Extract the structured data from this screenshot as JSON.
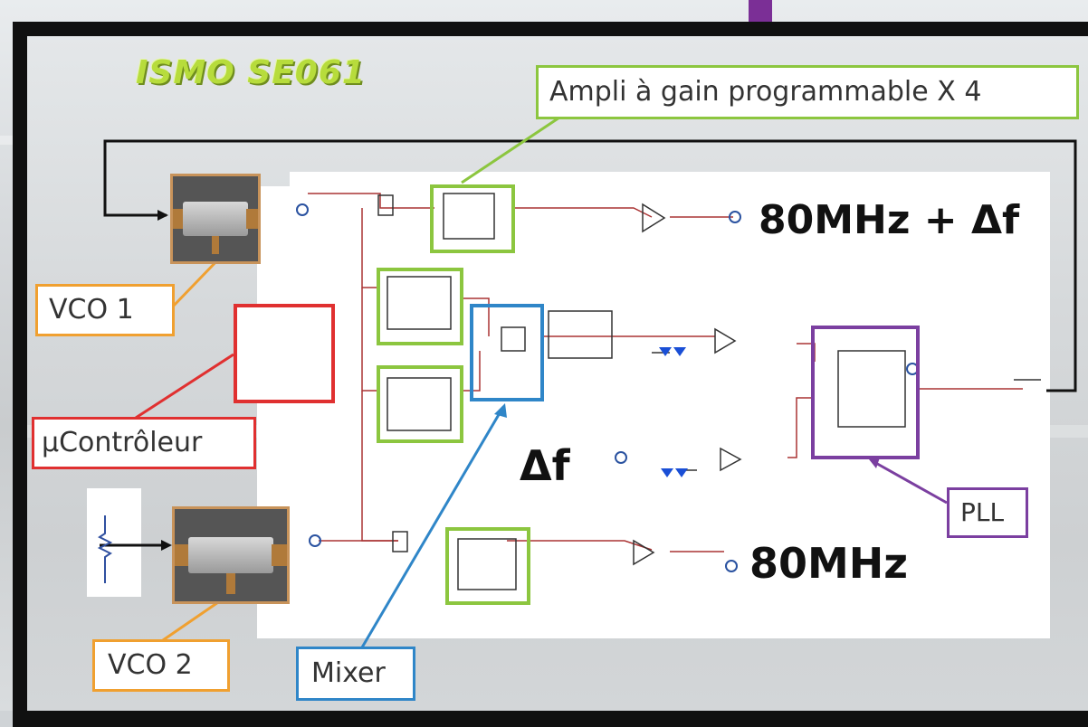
{
  "title": "ISMO SE061",
  "callouts": {
    "ampli": "Ampli à gain programmable X 4",
    "vco1": "VCO 1",
    "ucontroleur": "µContrôleur",
    "vco2": "VCO 2",
    "mixer": "Mixer",
    "pll": "PLL"
  },
  "signals": {
    "top": "80MHz + Δf",
    "delta": "Δf",
    "bottom": "80MHz"
  },
  "colors": {
    "green": "#8cc63f",
    "orange": "#f0a030",
    "red": "#e03030",
    "blue": "#2f86c8",
    "purple": "#7b3fa0",
    "title_green": "#b7dc3c"
  }
}
